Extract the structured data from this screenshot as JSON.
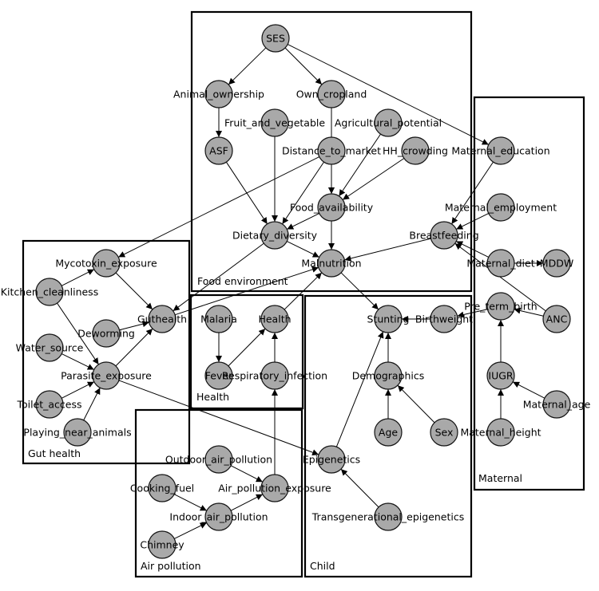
{
  "groups": [
    {
      "id": "food",
      "label": "Food environment"
    },
    {
      "id": "maternal",
      "label": "Maternal"
    },
    {
      "id": "gut",
      "label": "Gut health"
    },
    {
      "id": "health",
      "label": "Health"
    },
    {
      "id": "child",
      "label": "Child"
    },
    {
      "id": "air",
      "label": "Air pollution"
    }
  ],
  "nodes": [
    {
      "id": "SES",
      "label": "SES"
    },
    {
      "id": "Animal_ownership",
      "label": "Animal_ownership"
    },
    {
      "id": "Own_cropland",
      "label": "Own_cropland"
    },
    {
      "id": "Fruit_and_vegetable",
      "label": "Fruit_and_vegetable"
    },
    {
      "id": "Agricultural_potential",
      "label": "Agricultural_potential"
    },
    {
      "id": "ASF",
      "label": "ASF"
    },
    {
      "id": "Distance_to_market",
      "label": "Distance_to_market"
    },
    {
      "id": "HH_crowding",
      "label": "HH_crowding"
    },
    {
      "id": "Maternal_education",
      "label": "Maternal_education"
    },
    {
      "id": "Food_availability",
      "label": "Food_availability"
    },
    {
      "id": "Maternal_employment",
      "label": "Maternal_employment"
    },
    {
      "id": "Dietary_diversity",
      "label": "Dietary_diversity"
    },
    {
      "id": "Breastfeeding",
      "label": "Breastfeeding"
    },
    {
      "id": "Mycotoxin_exposure",
      "label": "Mycotoxin_exposure"
    },
    {
      "id": "Malnutrition",
      "label": "Malnutrition"
    },
    {
      "id": "Maternal_diet",
      "label": "Maternal_diet"
    },
    {
      "id": "MDDW",
      "label": "MDDW"
    },
    {
      "id": "Kitchen_cleanliness",
      "label": "Kitchen_cleanliness"
    },
    {
      "id": "Pre_term_birth",
      "label": "Pre_term_birth"
    },
    {
      "id": "Deworming",
      "label": "Deworming"
    },
    {
      "id": "Guthealth",
      "label": "Guthealth"
    },
    {
      "id": "Malaria",
      "label": "Malaria"
    },
    {
      "id": "Health",
      "label": "Health"
    },
    {
      "id": "Stunting",
      "label": "Stunting"
    },
    {
      "id": "Birthweight",
      "label": "Birthweight"
    },
    {
      "id": "ANC",
      "label": "ANC"
    },
    {
      "id": "Water_source",
      "label": "Water_source"
    },
    {
      "id": "Parasite_exposure",
      "label": "Parasite_exposure"
    },
    {
      "id": "Fever",
      "label": "Fever"
    },
    {
      "id": "Respiratory_infection",
      "label": "Respiratory_infection"
    },
    {
      "id": "Demographics",
      "label": "Demographics"
    },
    {
      "id": "IUGR",
      "label": "IUGR"
    },
    {
      "id": "Toilet_access",
      "label": "Toilet_access"
    },
    {
      "id": "Maternal_age",
      "label": "Maternal_age"
    },
    {
      "id": "Playing_near_animals",
      "label": "Playing_near_animals"
    },
    {
      "id": "Age",
      "label": "Age"
    },
    {
      "id": "Sex",
      "label": "Sex"
    },
    {
      "id": "Maternal_height",
      "label": "Maternal_height"
    },
    {
      "id": "Outdoor_air_pollution",
      "label": "Outdoor_air_pollution"
    },
    {
      "id": "Epigenetics",
      "label": "Epigenetics"
    },
    {
      "id": "Cooking_fuel",
      "label": "Cooking_fuel"
    },
    {
      "id": "Air_pollution_exposure",
      "label": "Air_pollution_exposure"
    },
    {
      "id": "Indoor_air_pollution",
      "label": "Indoor_air_pollution"
    },
    {
      "id": "Transgenerational_epigenetics",
      "label": "Transgenerational_epigenetics"
    },
    {
      "id": "Chimney",
      "label": "Chimney"
    }
  ],
  "edges": [
    [
      "SES",
      "Animal_ownership"
    ],
    [
      "SES",
      "Own_cropland"
    ],
    [
      "SES",
      "Maternal_education"
    ],
    [
      "Animal_ownership",
      "ASF"
    ],
    [
      "Own_cropland",
      "Food_availability"
    ],
    [
      "ASF",
      "Dietary_diversity"
    ],
    [
      "Fruit_and_vegetable",
      "Dietary_diversity"
    ],
    [
      "Distance_to_market",
      "Dietary_diversity"
    ],
    [
      "Distance_to_market",
      "Food_availability"
    ],
    [
      "Distance_to_market",
      "Mycotoxin_exposure"
    ],
    [
      "Agricultural_potential",
      "Food_availability"
    ],
    [
      "HH_crowding",
      "Food_availability"
    ],
    [
      "Food_availability",
      "Dietary_diversity"
    ],
    [
      "Food_availability",
      "Malnutrition"
    ],
    [
      "Dietary_diversity",
      "Malnutrition"
    ],
    [
      "Maternal_education",
      "Breastfeeding"
    ],
    [
      "Maternal_employment",
      "Breastfeeding"
    ],
    [
      "Maternal_diet",
      "Breastfeeding"
    ],
    [
      "ANC",
      "Breastfeeding"
    ],
    [
      "Breastfeeding",
      "Malnutrition"
    ],
    [
      "Maternal_diet",
      "MDDW"
    ],
    [
      "ANC",
      "Pre_term_birth"
    ],
    [
      "Pre_term_birth",
      "Birthweight"
    ],
    [
      "IUGR",
      "Pre_term_birth"
    ],
    [
      "Maternal_age",
      "IUGR"
    ],
    [
      "Maternal_height",
      "IUGR"
    ],
    [
      "Birthweight",
      "Stunting"
    ],
    [
      "Malnutrition",
      "Stunting"
    ],
    [
      "Demographics",
      "Stunting"
    ],
    [
      "Age",
      "Demographics"
    ],
    [
      "Sex",
      "Demographics"
    ],
    [
      "Epigenetics",
      "Stunting"
    ],
    [
      "Transgenerational_epigenetics",
      "Epigenetics"
    ],
    [
      "Kitchen_cleanliness",
      "Mycotoxin_exposure"
    ],
    [
      "Kitchen_cleanliness",
      "Parasite_exposure"
    ],
    [
      "Mycotoxin_exposure",
      "Guthealth"
    ],
    [
      "Deworming",
      "Guthealth"
    ],
    [
      "Parasite_exposure",
      "Guthealth"
    ],
    [
      "Water_source",
      "Parasite_exposure"
    ],
    [
      "Toilet_access",
      "Parasite_exposure"
    ],
    [
      "Playing_near_animals",
      "Parasite_exposure"
    ],
    [
      "Parasite_exposure",
      "Epigenetics"
    ],
    [
      "Guthealth",
      "Malnutrition"
    ],
    [
      "Dietary_diversity",
      "Guthealth"
    ],
    [
      "Malaria",
      "Fever"
    ],
    [
      "Fever",
      "Health"
    ],
    [
      "Respiratory_infection",
      "Health"
    ],
    [
      "Health",
      "Malnutrition"
    ],
    [
      "Air_pollution_exposure",
      "Respiratory_infection"
    ],
    [
      "Outdoor_air_pollution",
      "Air_pollution_exposure"
    ],
    [
      "Indoor_air_pollution",
      "Air_pollution_exposure"
    ],
    [
      "Cooking_fuel",
      "Indoor_air_pollution"
    ],
    [
      "Chimney",
      "Indoor_air_pollution"
    ]
  ]
}
